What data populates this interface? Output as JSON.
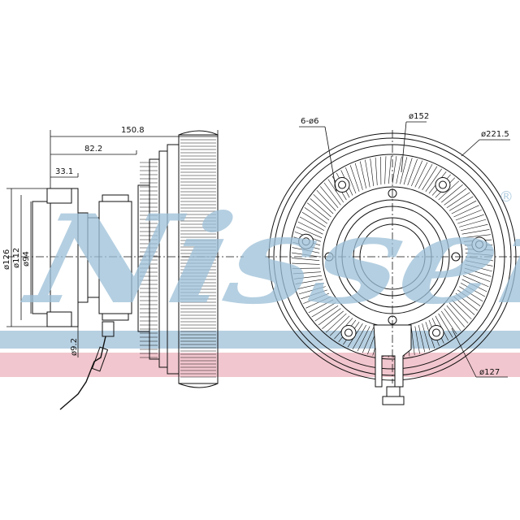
{
  "watermark": {
    "text": "Nissens",
    "registered_mark": "®",
    "band_colors": {
      "blue": "#a9c8dd",
      "pink": "#f0bcc6",
      "text": "#9cc0d8"
    }
  },
  "side_view": {
    "dimensions": {
      "overall_length": "150.8",
      "hub_length": "82.2",
      "flange_length": "33.1",
      "diameter_outer": "ø126",
      "diameter_mid": "ø112",
      "diameter_inner": "ø94",
      "connector_diameter": "ø9.2"
    }
  },
  "front_view": {
    "dimensions": {
      "holes": "6-ø6",
      "bolt_circle": "ø152",
      "outer_diameter": "ø221.5",
      "pcd_lower": "ø127"
    }
  },
  "colors": {
    "line": "#111111",
    "background": "#ffffff"
  }
}
